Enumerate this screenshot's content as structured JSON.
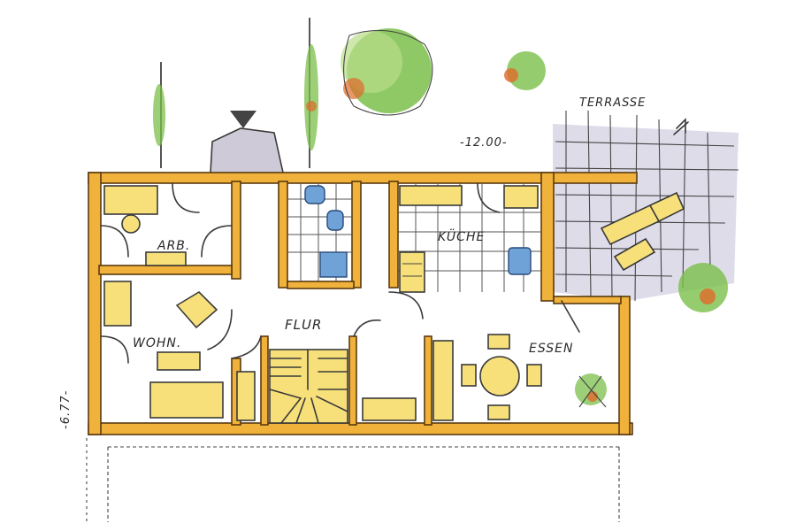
{
  "rooms": {
    "arbeit": "ARB.",
    "kueche": "KÜCHE",
    "flur": "FLUR",
    "wohnen": "WOHN.",
    "essen": "ESSEN",
    "terrasse": "TERRASSE"
  },
  "dimensions": {
    "width": "-12.00-",
    "depth": "-6.77-"
  },
  "colors": {
    "wall": "#f0b23a",
    "furniture": "#f7e07a",
    "sanitary": "#6fa3d8",
    "terrace": "#d9d6e6",
    "greenery": "#7bbf4a",
    "entrance": "#444444"
  },
  "icons": [
    "entrance-arrow-icon",
    "north-arrow-icon",
    "tree-icon",
    "plant-icon"
  ]
}
